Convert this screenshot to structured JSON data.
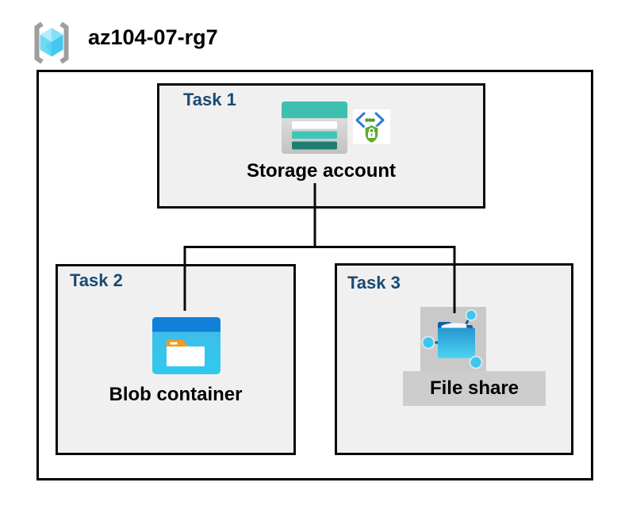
{
  "header": {
    "title": "az104-07-rg7",
    "icon": "resource-group-icon"
  },
  "diagram": {
    "tasks": [
      {
        "label": "Task 1",
        "resource": "Storage account",
        "icons": [
          "storage-account-icon",
          "sas-shield-lock-icon"
        ]
      },
      {
        "label": "Task 2",
        "resource": "Blob container",
        "icons": [
          "blob-container-icon"
        ]
      },
      {
        "label": "Task 3",
        "resource": "File share",
        "icons": [
          "file-share-icon"
        ]
      }
    ],
    "connections": [
      {
        "from": "Storage account",
        "to": "Blob container"
      },
      {
        "from": "Storage account",
        "to": "File share"
      }
    ]
  },
  "colors": {
    "task_label_navy": "#1a4a73",
    "box_fill": "#f0f0f0",
    "box_border": "#000000",
    "connector": "#000000",
    "storage_teal": "#3ec0b1",
    "storage_teal_mid": "#3fc6b6",
    "storage_teal_dark": "#207d71",
    "blob_header_blue": "#1180d8",
    "blob_body_cyan": "#38c0ea",
    "folder_tab_orange": "#f29b1d",
    "fileshare_flap_blue": "#1160a5",
    "fileshare_front_cyan": "#2fb6e5",
    "fileshare_dot_cyan": "#3ac8f1",
    "fileshare_line_navy": "#17598f",
    "icon_bg_gray": "#c9c9c9",
    "label_bg_gray": "#cdcdcd",
    "shield_green": "#59ad27",
    "dot_green": "#4c9e2d",
    "chevron_blue": "#2e7cd4",
    "cube_cyan": "#6fd9f5",
    "bracket_gray": "#9e9e9e"
  }
}
